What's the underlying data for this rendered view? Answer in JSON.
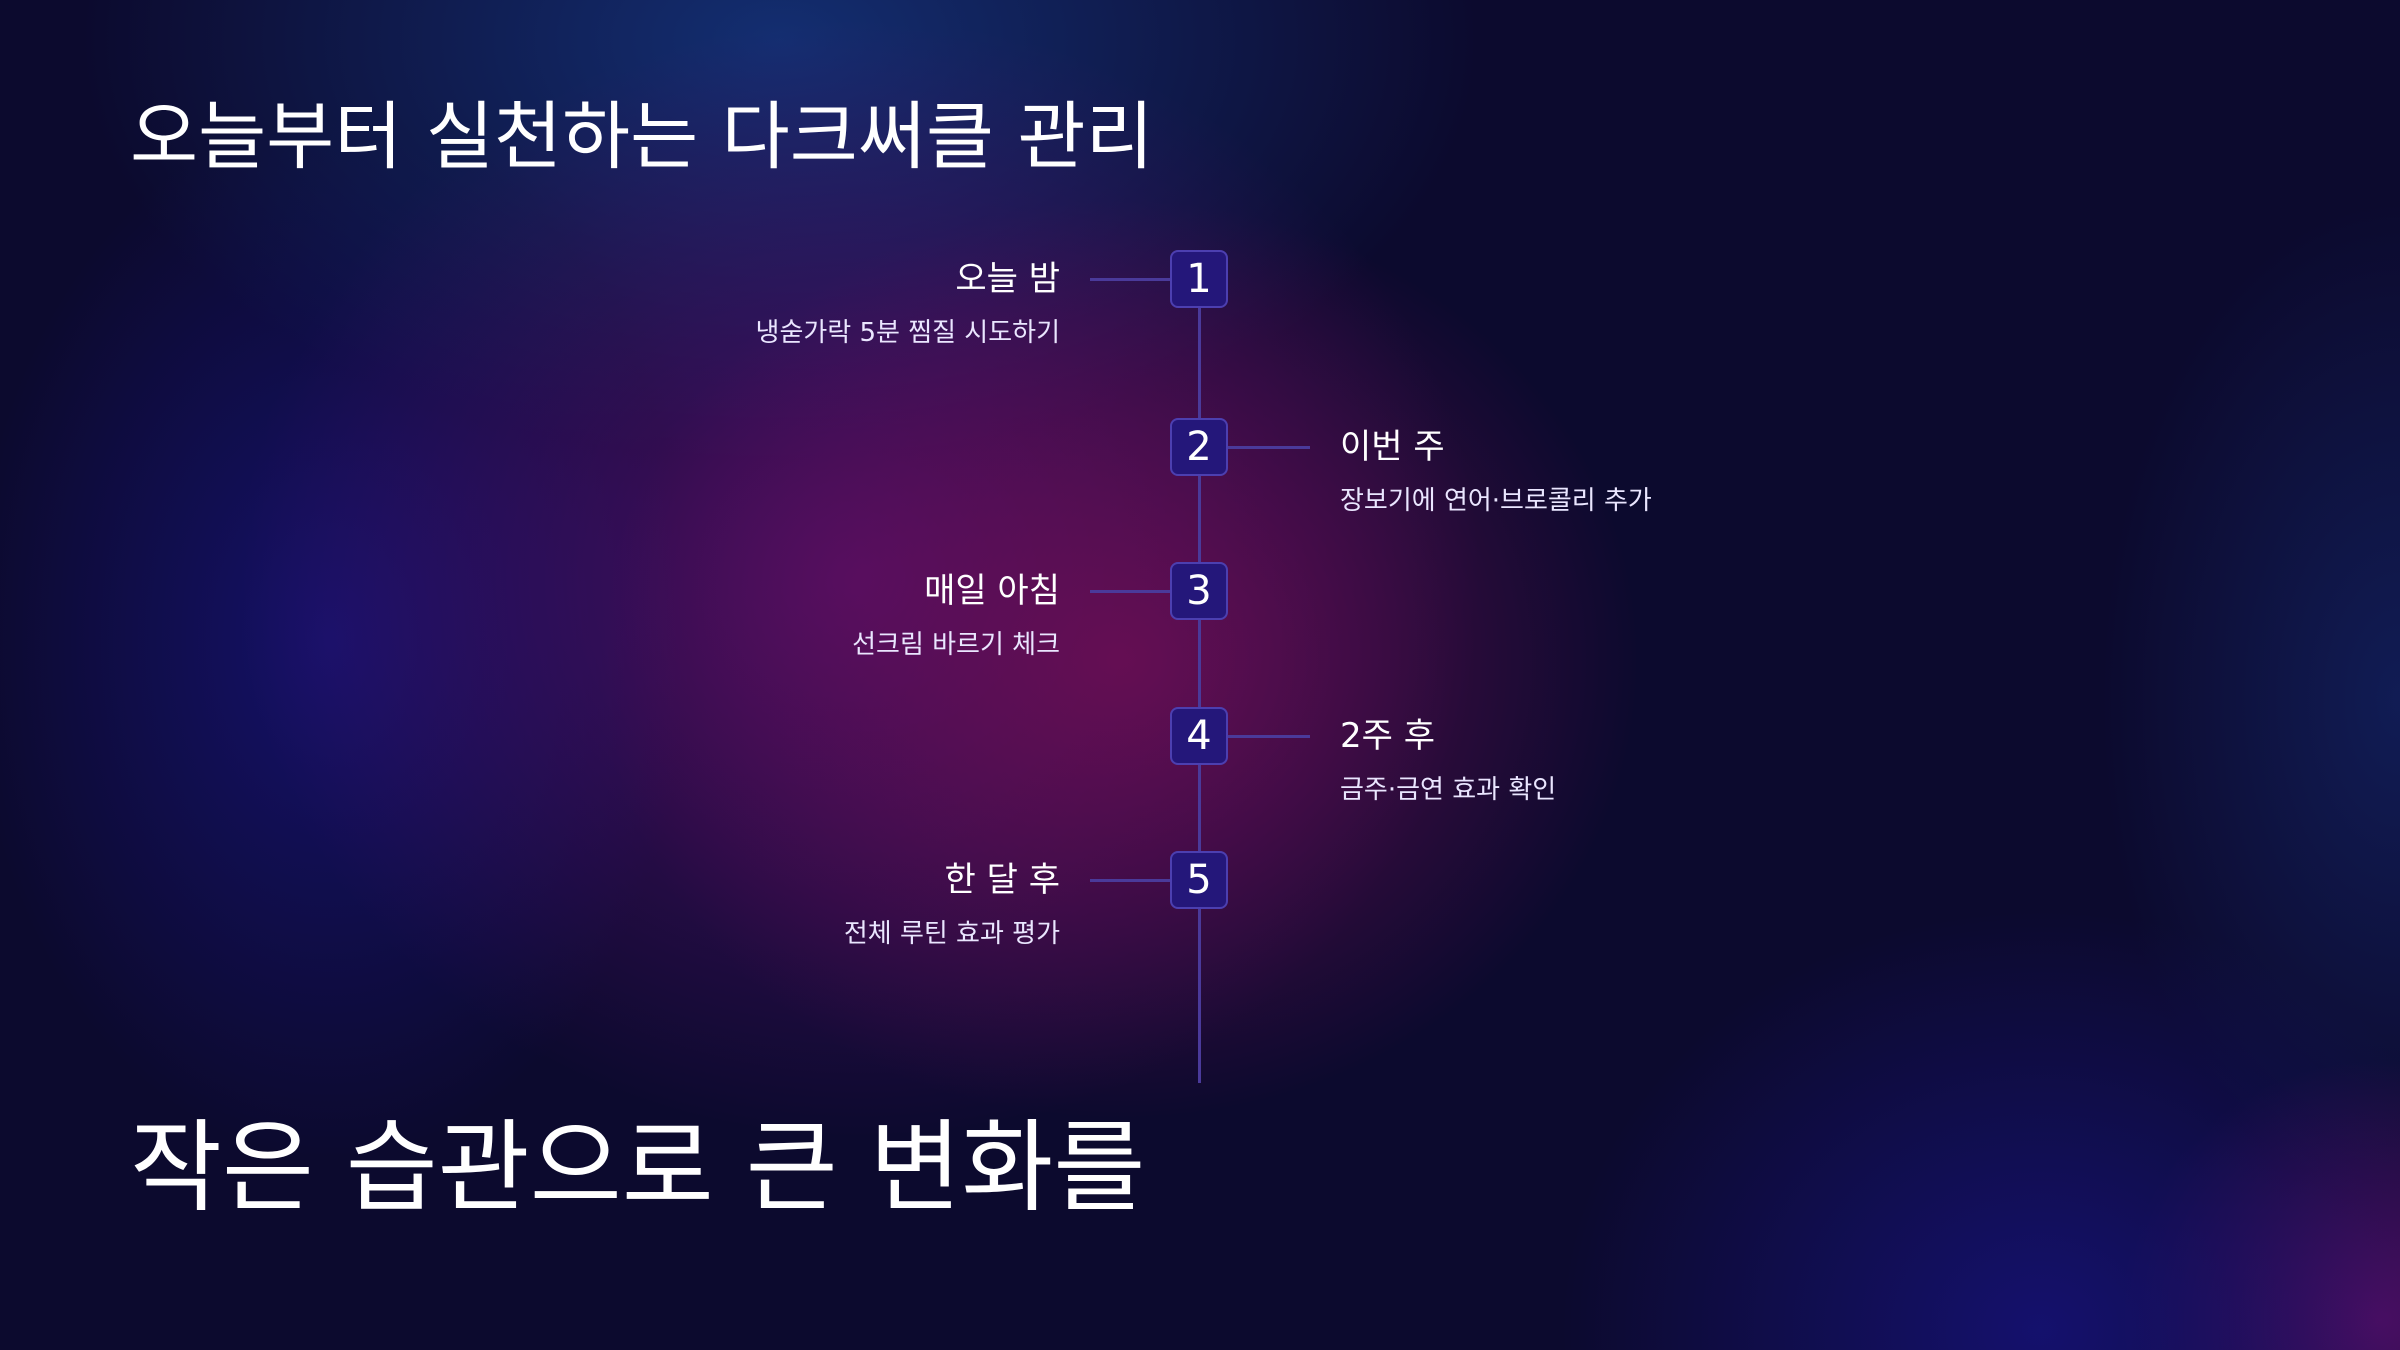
{
  "slide": {
    "title": "오늘부터 실천하는 다크써클 관리",
    "footer": "작은 습관으로 큰 변화를"
  },
  "timeline": {
    "steps": [
      {
        "number": "1",
        "heading": "오늘 밤",
        "description": "냉숟가락 5분 찜질 시도하기",
        "side": "left"
      },
      {
        "number": "2",
        "heading": "이번 주",
        "description": "장보기에 연어·브로콜리 추가",
        "side": "right"
      },
      {
        "number": "3",
        "heading": "매일 아침",
        "description": "선크림 바르기 체크",
        "side": "left"
      },
      {
        "number": "4",
        "heading": "2주 후",
        "description": "금주·금연 효과 확인",
        "side": "right"
      },
      {
        "number": "5",
        "heading": "한 달 후",
        "description": "전체 루틴 효과 평가",
        "side": "left"
      }
    ]
  },
  "colors": {
    "node_fill": "#24177a",
    "node_border": "#4c3fb0",
    "line": "#4a3a9a",
    "text": "#ffffff"
  }
}
